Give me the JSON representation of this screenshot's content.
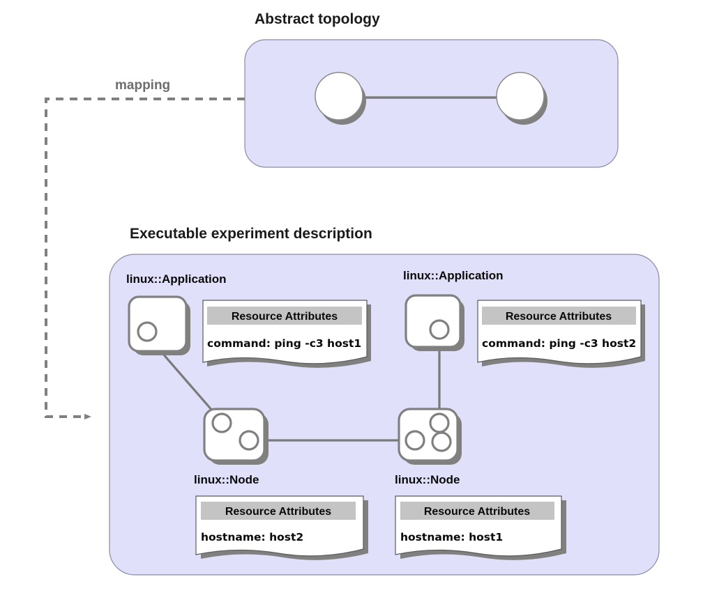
{
  "diagram": {
    "type": "uml-deployment-mapping",
    "background_color": "#ffffff",
    "panel_fill": "#E0E0FA",
    "panel_stroke": "#8a8aa8",
    "shadow_color": "#808080",
    "shape_fill": "#ffffff",
    "shape_stroke": "#808080",
    "note_header_fill": "#c4c4c4",
    "connector_color": "#7a7a7a"
  },
  "titles": {
    "abstract_topology": "Abstract topology",
    "executable_description": "Executable experiment description"
  },
  "mapping": {
    "label": "mapping",
    "arrow_style": "dashed",
    "arrow_direction": "from abstract topology to executable description"
  },
  "abstract_topology": {
    "nodes": [
      {
        "id": "abstract-node-left",
        "shape": "circle"
      },
      {
        "id": "abstract-node-right",
        "shape": "circle"
      }
    ],
    "links": [
      {
        "from": "abstract-node-left",
        "to": "abstract-node-right"
      }
    ]
  },
  "executable": {
    "applications": [
      {
        "id": "app-left",
        "label": "linux::Application",
        "note": {
          "header": "Resource Attributes",
          "body": "command: ping -c3 host1"
        }
      },
      {
        "id": "app-right",
        "label": "linux::Application",
        "note": {
          "header": "Resource Attributes",
          "body": "command: ping -c3 host2"
        }
      }
    ],
    "nodes": [
      {
        "id": "node-left",
        "label": "linux::Node",
        "interfaces": 2,
        "note": {
          "header": "Resource Attributes",
          "body": "hostname: host2"
        }
      },
      {
        "id": "node-right",
        "label": "linux::Node",
        "interfaces": 3,
        "note": {
          "header": "Resource Attributes",
          "body": "hostname: host1"
        }
      }
    ],
    "links": [
      {
        "from": "app-left",
        "to": "node-left"
      },
      {
        "from": "app-right",
        "to": "node-right"
      },
      {
        "from": "node-left",
        "to": "node-right"
      }
    ]
  }
}
